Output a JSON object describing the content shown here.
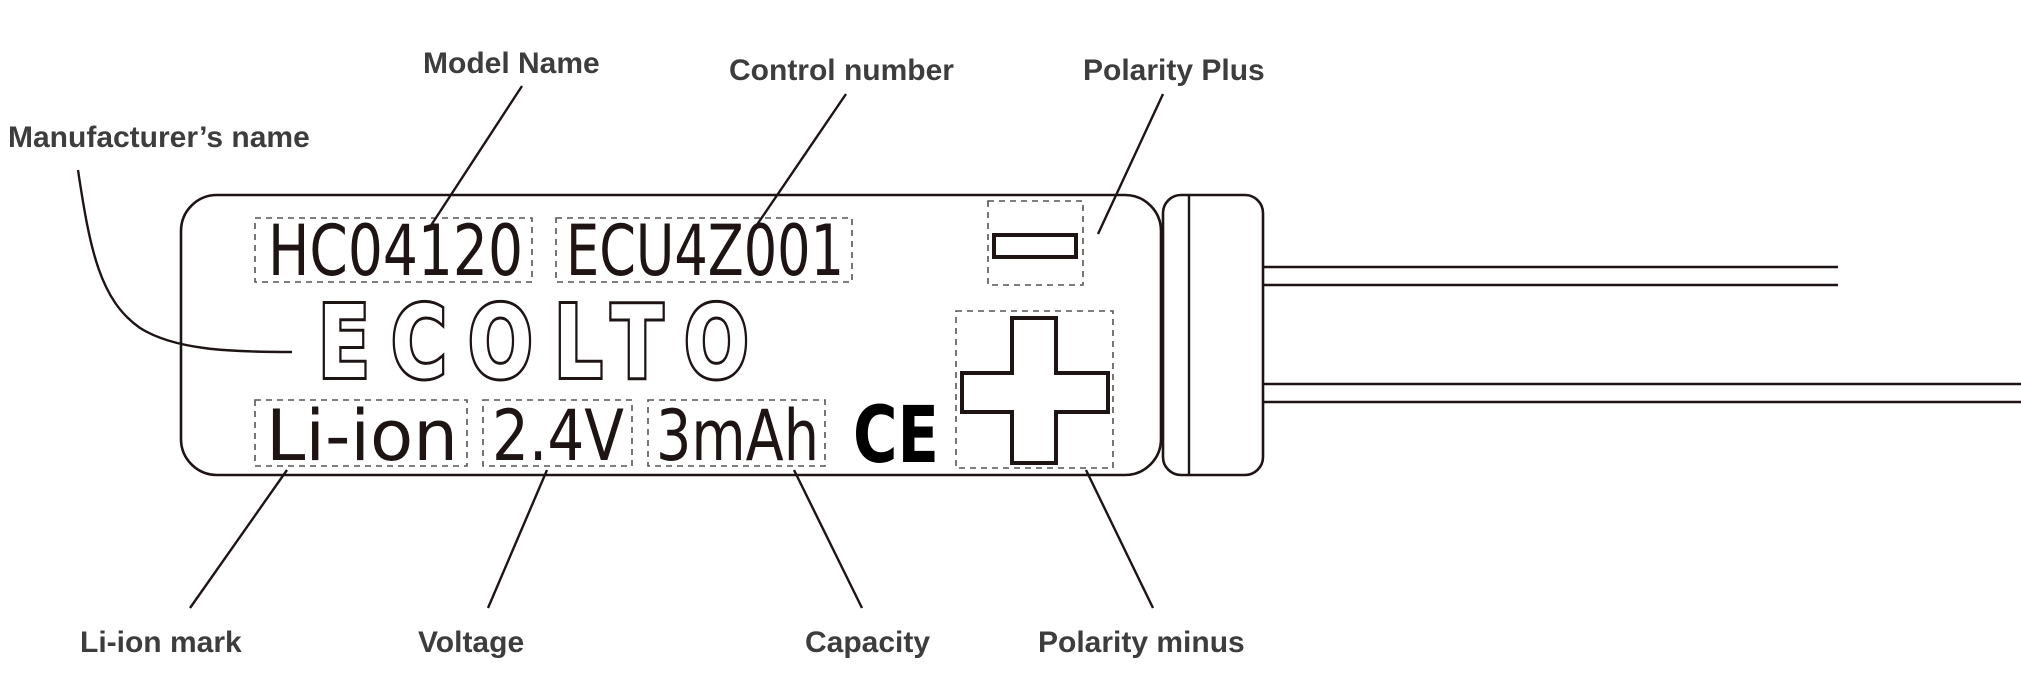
{
  "labels": {
    "model_name": "Model Name",
    "control_number": "Control number",
    "polarity_plus": "Polarity Plus",
    "manufacturer_name": "Manufacturer’s name",
    "li_ion_mark": "Li-ion mark",
    "voltage": "Voltage",
    "capacity": "Capacity",
    "polarity_minus": "Polarity minus"
  },
  "battery": {
    "model": "HC04120",
    "control_no": "ECU4Z001",
    "brand": "ECOLTO",
    "type": "Li-ion",
    "voltage": "2.4V",
    "capacity": "3mAh",
    "ce_mark": "CE"
  },
  "colors": {
    "ink": "#1e1414",
    "label_text": "#3d3d3d",
    "background": "#ffffff"
  }
}
